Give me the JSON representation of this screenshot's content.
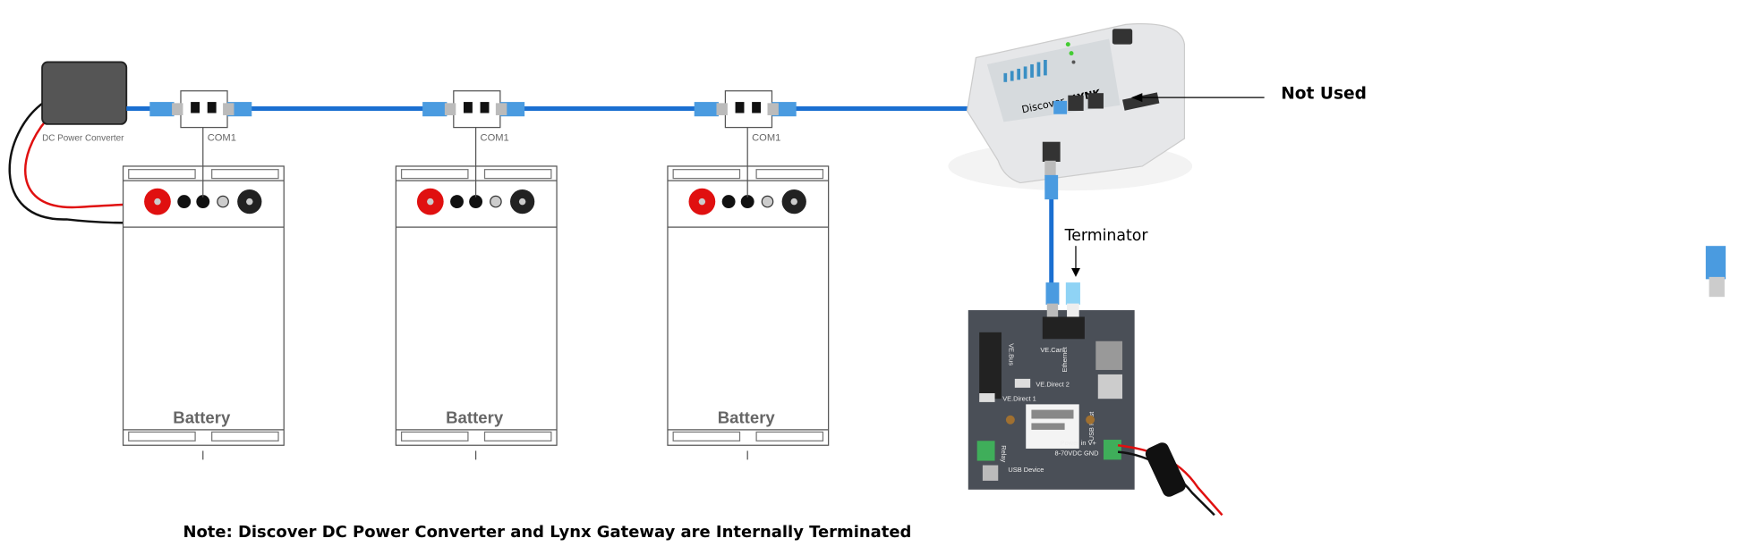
{
  "diagram": {
    "converter_label": "DC Power Converter",
    "com_labels": [
      "COM1",
      "COM1",
      "COM1"
    ],
    "battery_labels": [
      "Battery",
      "Battery",
      "Battery"
    ],
    "gateway": {
      "brand": "Discover",
      "product": "LYNK"
    },
    "not_used_label": "Not Used",
    "terminator_label": "Terminator",
    "cerbo": {
      "ve_can": "VE.Can",
      "ve_bus": "VE.Bus",
      "ve_direct_2": "VE.Direct 2",
      "ve_direct_1": "VE.Direct 1",
      "ethernet": "Ethernet",
      "usb_host": "USB Host",
      "relay": "Relay",
      "usb_device": "USB Device",
      "power_in": "Power in  V+",
      "power_range": "8-70VDC GND"
    },
    "note": "Note: Discover DC Power Converter and Lynx Gateway are Internally Terminated"
  },
  "colors": {
    "cable": "#1a6fd1",
    "connector": "#4a9be0",
    "terminator": "#8fd3f5",
    "positive": "#e01010",
    "cerbo": "#4a4f57",
    "converter": "#555555"
  }
}
